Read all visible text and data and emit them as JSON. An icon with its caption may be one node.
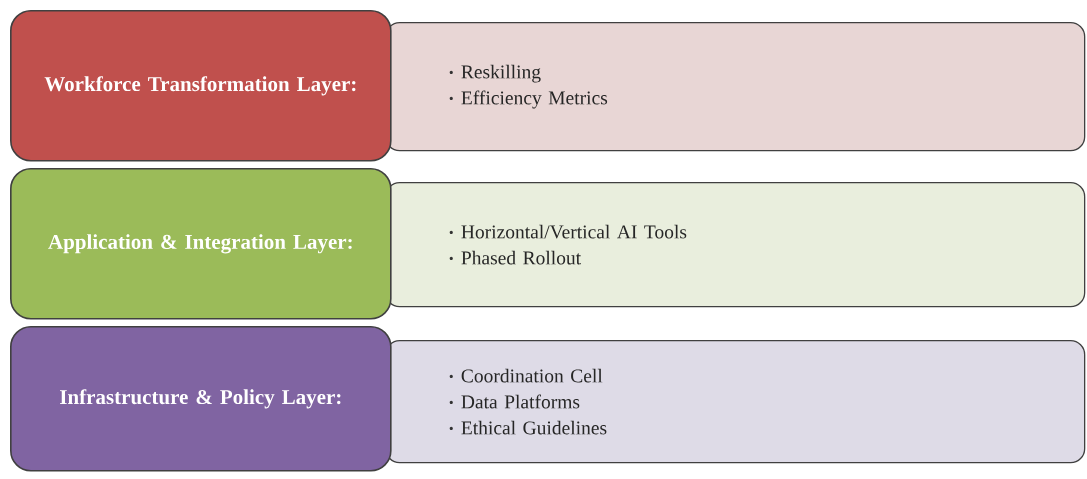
{
  "diagram": {
    "nodes": [
      {
        "text": [
          "Workforce Transformation Layer:"
        ]
      },
      {
        "text": [
          "Reskilling",
          "Efficiency Metrics"
        ]
      },
      {
        "text": [
          "Application & Integration Layer:"
        ]
      },
      {
        "text": [
          "Horizontal/Vertical AI Tools",
          "Phased Rollout"
        ]
      },
      {
        "text": [
          "Infrastructure & Policy Layer:"
        ]
      },
      {
        "text": [
          "Coordination Cell",
          "Data Platforms",
          "Ethical Guidelines"
        ]
      }
    ]
  }
}
